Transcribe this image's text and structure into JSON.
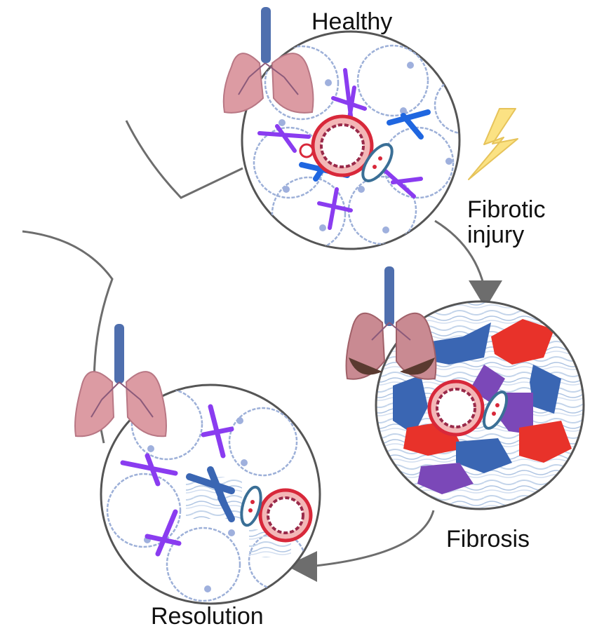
{
  "labels": {
    "healthy": "Healthy",
    "injury_line1": "Fibrotic",
    "injury_line2": "injury",
    "fibrosis": "Fibrosis",
    "resolution": "Resolution"
  },
  "colors": {
    "cycle_line": "#6d6d6d",
    "circle_border": "#555555",
    "alveolus": "#9db0d8",
    "myofibroblast_red": "#e8322a",
    "fibroblast_blue": "#3a66b3",
    "fibroblast_purple": "#7b48b8",
    "pericyte_purple": "#8a3cf0",
    "airway_red": "#d8283a",
    "lung_pink": "#dc9ba3",
    "trachea_blue": "#4f6fae",
    "lightning": "#fbe283"
  },
  "icons": [
    "lung-healthy-icon",
    "lung-fibrotic-icon",
    "lightning-icon",
    "airway-icon",
    "blood-vessel-icon"
  ]
}
